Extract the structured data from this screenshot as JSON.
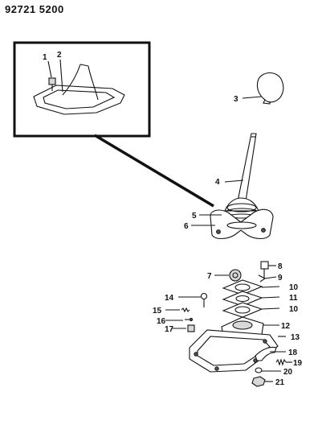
{
  "document_code": "92721 5200",
  "callouts": {
    "c1": "1",
    "c2": "2",
    "c3": "3",
    "c4": "4",
    "c5": "5",
    "c6": "6",
    "c7": "7",
    "c8": "8",
    "c9": "9",
    "c10a": "10",
    "c11": "11",
    "c10b": "10",
    "c12": "12",
    "c13": "13",
    "c14": "14",
    "c15": "15",
    "c16": "16",
    "c17": "17",
    "c18": "18",
    "c19": "19",
    "c20": "20",
    "c21": "21"
  }
}
